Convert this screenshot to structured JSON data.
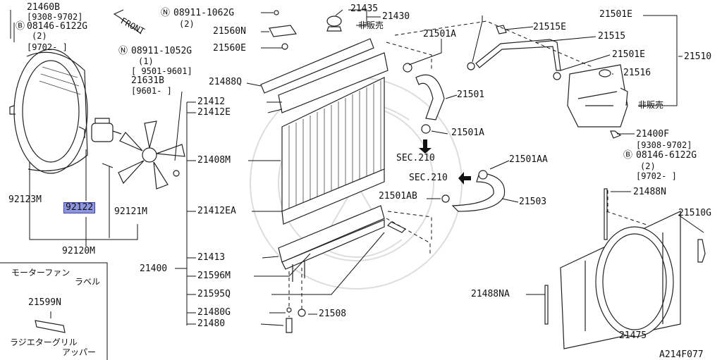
{
  "diagram_id": "A214F077",
  "highlighted_part": "92122",
  "labels": {
    "p21460B": "21460B",
    "r9308_9702_tl": "[9308-9702]",
    "b08146_tl": "08146-6122G",
    "q2_tl": "(2)",
    "r9702_tl": "[9702-    ]",
    "front": "FRONT",
    "n08911_1062G": "08911-1062G",
    "q2_b": "(2)",
    "p21560N": "21560N",
    "p21560E": "21560E",
    "n08911_1052G": "08911-1052G",
    "q1": "(1)",
    "r9501_9601": "[ 9501-9601]",
    "p21631B": "21631B",
    "r9601": "[9601-    ]",
    "p21488Q": "21488Q",
    "p21435": "21435",
    "p21430": "21430",
    "not_sold_1": "非販売",
    "p21501A_top": "21501A",
    "p21501": "21501",
    "p21501A_mid": "21501A",
    "sec210_a": "SEC.210",
    "sec210_b": "SEC.210",
    "p21501AA": "21501AA",
    "p21501AB": "21501AB",
    "p21503": "21503",
    "p21501E_top": "21501E",
    "p21515E": "21515E",
    "p21515": "21515",
    "p21501E_mid": "21501E",
    "p21510": "21510",
    "p21516": "21516",
    "not_sold_2": "非販売",
    "p21400F": "21400F",
    "r9308_9702_r": "[9308-9702]",
    "b08146_r": "08146-6122G",
    "q2_r": "(2)",
    "r9702_r": "[9702-    ]",
    "p21412": "21412",
    "p21412E": "21412E",
    "p21408M": "21408M",
    "p21412EA": "21412EA",
    "p21400": "21400",
    "p21413": "21413",
    "p21596M": "21596M",
    "p21595Q": "21595Q",
    "p21480G": "21480G",
    "p21508": "21508",
    "p21480": "21480",
    "p92123M": "92123M",
    "p92122": "92122",
    "p92121M": "92121M",
    "p92120M": "92120M",
    "motor_fan_label_1": "モーターファン",
    "motor_fan_label_2": "ラベル",
    "p21599N": "21599N",
    "rad_grille_1": "ラジエターグリル",
    "rad_grille_2": "アッパー",
    "p21488N": "21488N",
    "p21510G": "21510G",
    "p21488NA": "21488NA",
    "p21475": "21475"
  }
}
